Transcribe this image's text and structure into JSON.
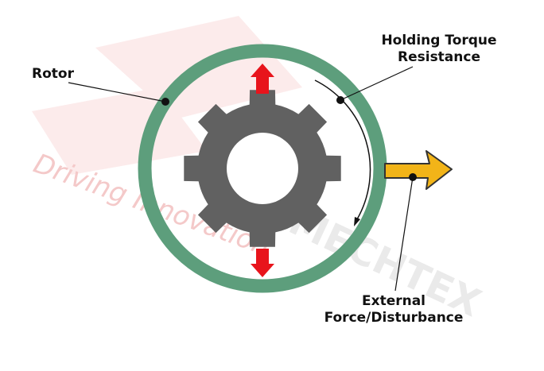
{
  "labels": {
    "rotor": "Rotor",
    "holding_line1": "Holding Torque",
    "holding_line2": "Resistance",
    "external_line1": "External",
    "external_line2": "Force/Disturbance"
  },
  "watermark": {
    "tagline": "Driving Innovation",
    "brand": "MECHTEX"
  },
  "colors": {
    "ring": "#5d9e7c",
    "gear": "#616161",
    "arrow_red": "#e8141c",
    "arrow_yellow": "#f2b418",
    "text": "#111111",
    "watermark_red": "#f4c9c9"
  }
}
